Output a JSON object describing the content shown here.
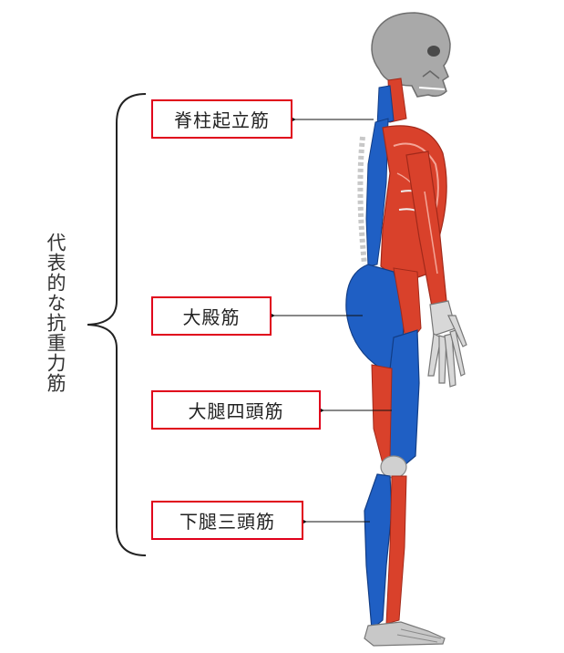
{
  "group_label": "代表的な抗重力筋",
  "labels": [
    {
      "text": "脊柱起立筋"
    },
    {
      "text": "大殿筋"
    },
    {
      "text": "大腿四頭筋"
    },
    {
      "text": "下腿三頭筋"
    }
  ],
  "colors": {
    "box_border": "#e0001b",
    "highlight_muscle": "#1f5fc4",
    "other_muscle": "#d9412b",
    "bone": "#c8c8c8",
    "skull": "#a9a9a9"
  }
}
